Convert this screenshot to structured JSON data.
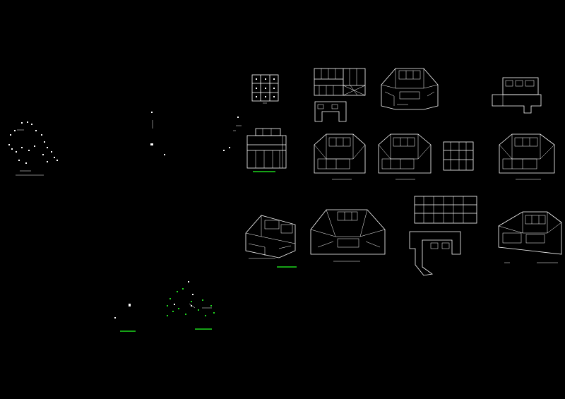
{
  "colors": {
    "background": "#000000",
    "linework": "#ffffff",
    "highlight": "#1ed81e"
  },
  "drawings": [
    {
      "id": "fragment-left",
      "kind": "scattered-linework"
    },
    {
      "id": "fragment-center-top",
      "kind": "scattered-linework"
    },
    {
      "id": "fragment-bottom-left",
      "kind": "scattered-linework"
    },
    {
      "id": "fragment-bottom-mid",
      "kind": "scattered-linework"
    },
    {
      "id": "grid-plan",
      "kind": "cabinet-grid"
    },
    {
      "id": "kitchen-elevation-1",
      "kind": "elevation"
    },
    {
      "id": "kitchen-views",
      "kind": "isometric-set"
    }
  ]
}
